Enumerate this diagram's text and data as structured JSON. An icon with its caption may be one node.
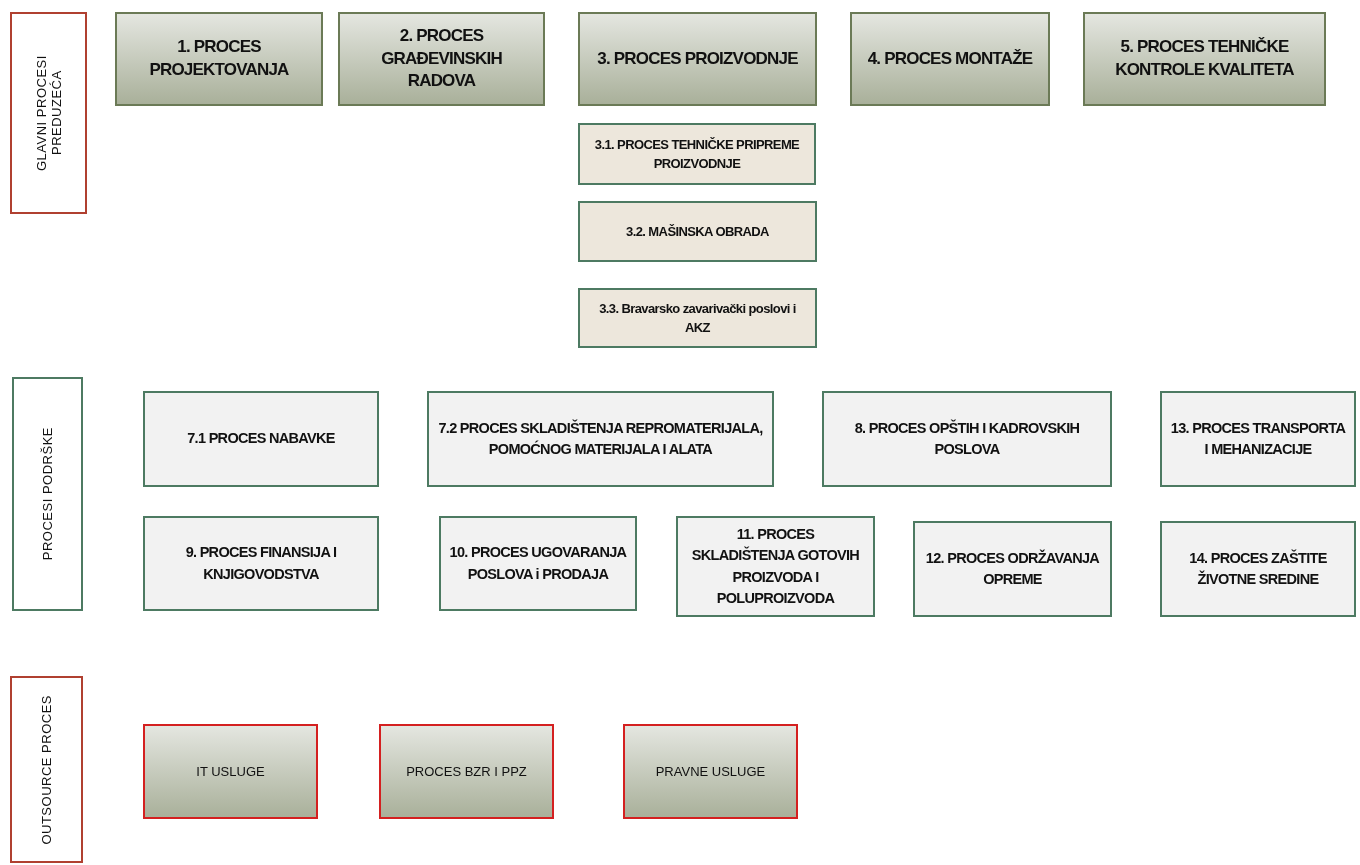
{
  "diagram": {
    "nodes": [
      {
        "text": [
          "GLAVNI PROCESI PREDUZEĆA"
        ]
      },
      {
        "text": [
          "1. PROCES PROJEKTOVANJA"
        ]
      },
      {
        "text": [
          "2. PROCES GRAĐEVINSKIH RADOVA"
        ]
      },
      {
        "text": [
          "3. PROCES PROIZVODNJE"
        ]
      },
      {
        "text": [
          "4. PROCES MONTAŽE"
        ]
      },
      {
        "text": [
          "5. PROCES TEHNIČKE KONTROLE KVALITETA"
        ]
      },
      {
        "text": [
          "3.1. PROCES TEHNIČKE PRIPREME PROIZVODNJE"
        ]
      },
      {
        "text": [
          "3.2. MAŠINSKA OBRADA"
        ]
      },
      {
        "text": [
          "3.3. Bravarsko zavarivački poslovi i AKZ"
        ]
      },
      {
        "text": [
          "PROCESI PODRŠKE"
        ]
      },
      {
        "text": [
          "7.1 PROCES NABAVKE"
        ]
      },
      {
        "text": [
          "7.2 PROCES SKLADIŠTENJA REPROMATERIJALA, POMOĆNOG MATERIJALA I ALATA"
        ]
      },
      {
        "text": [
          "8. PROCES OPŠTIH I KADROVSKIH POSLOVA"
        ]
      },
      {
        "text": [
          "13. PROCES TRANSPORTA I MEHANIZACIJE"
        ]
      },
      {
        "text": [
          "9. PROCES FINANSIJA I KNJIGOVODSTVA"
        ]
      },
      {
        "text": [
          "10. PROCES UGOVARANJA POSLOVA i PRODAJA"
        ]
      },
      {
        "text": [
          "11. PROCES SKLADIŠTENJA GOTOVIH PROIZVODA I POLUPROIZVODA"
        ]
      },
      {
        "text": [
          "12. PROCES ODRŽAVANJA OPREME"
        ]
      },
      {
        "text": [
          "14. PROCES ZAŠTITE ŽIVOTNE SREDINE"
        ]
      },
      {
        "text": [
          "OUTSOURCE PROCES"
        ]
      },
      {
        "text": [
          "IT USLUGE"
        ]
      },
      {
        "text": [
          "PROCES BZR I PPZ"
        ]
      },
      {
        "text": [
          "PRAVNE USLUGE"
        ]
      }
    ]
  }
}
